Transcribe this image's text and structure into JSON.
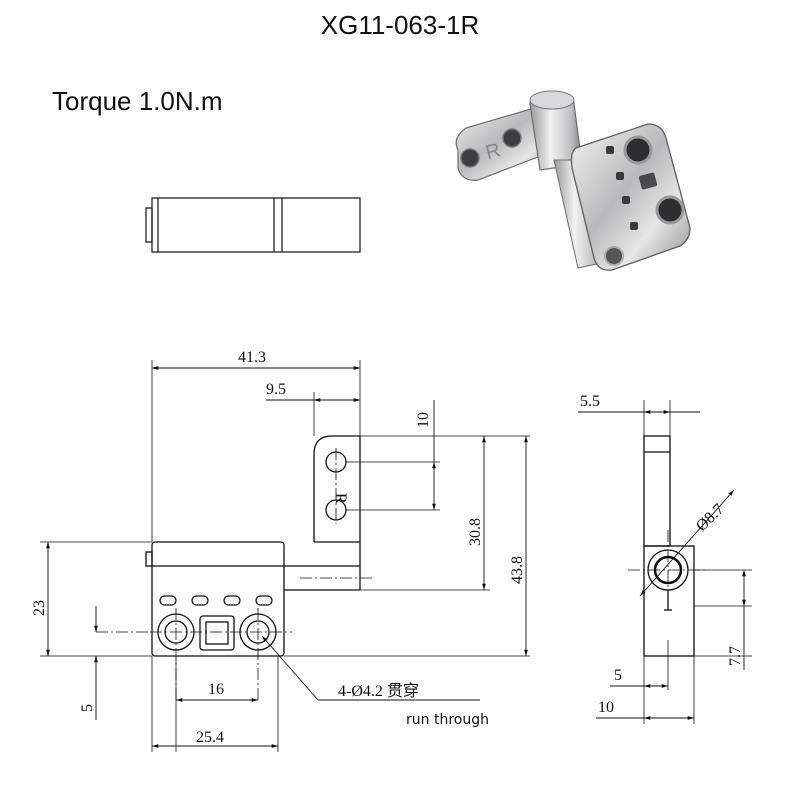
{
  "title": "XG11-063-1R",
  "torque": "Torque 1.0N.m",
  "part_mark": "R",
  "dimensions": {
    "overall_width": "41.3",
    "tab_width": "9.5",
    "tab_hole_pitch": "10",
    "tab_height": "30.8",
    "overall_height": "43.8",
    "body_height": "23",
    "hole_offset": "5",
    "hole_pitch": "16",
    "body_width": "25.4",
    "side_thickness": "5.5",
    "pivot_diameter": "Ø8.7",
    "pivot_height": "7.7",
    "side_offset_small": "5",
    "side_offset_large": "10"
  },
  "hole_note": {
    "spec": "4-Ø4.2 贯穿",
    "translation": "run through"
  }
}
